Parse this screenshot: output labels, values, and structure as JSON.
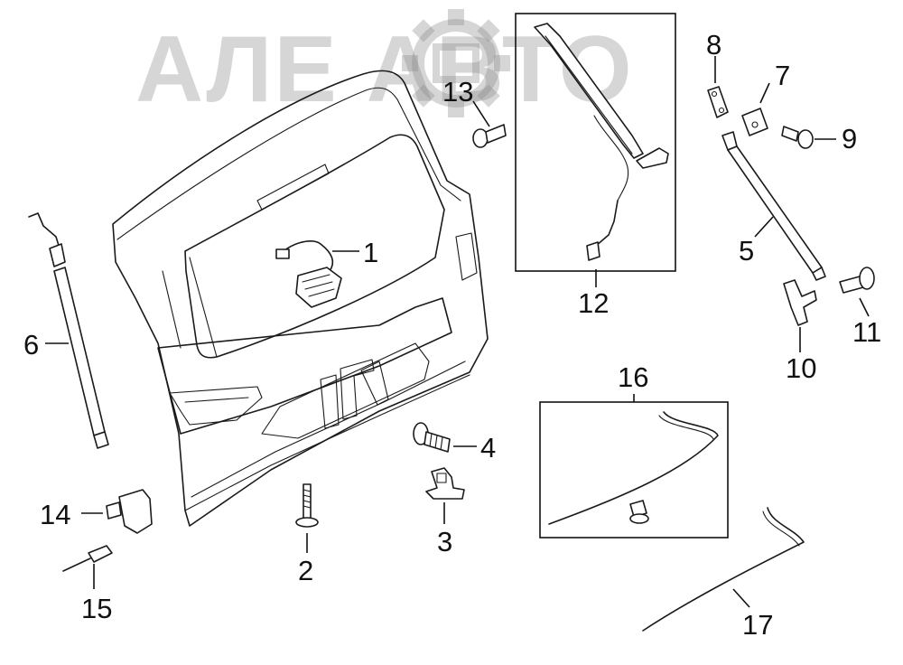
{
  "watermark": {
    "text": "АЛЕ АВТО",
    "color": "#8a8a8a"
  },
  "callouts": [
    {
      "id": "1",
      "label": "1"
    },
    {
      "id": "2",
      "label": "2"
    },
    {
      "id": "3",
      "label": "3"
    },
    {
      "id": "4",
      "label": "4"
    },
    {
      "id": "5",
      "label": "5"
    },
    {
      "id": "6",
      "label": "6"
    },
    {
      "id": "7",
      "label": "7"
    },
    {
      "id": "8",
      "label": "8"
    },
    {
      "id": "9",
      "label": "9"
    },
    {
      "id": "10",
      "label": "10"
    },
    {
      "id": "11",
      "label": "11"
    },
    {
      "id": "12",
      "label": "12"
    },
    {
      "id": "13",
      "label": "13"
    },
    {
      "id": "14",
      "label": "14"
    },
    {
      "id": "15",
      "label": "15"
    },
    {
      "id": "16",
      "label": "16"
    },
    {
      "id": "17",
      "label": "17"
    }
  ]
}
